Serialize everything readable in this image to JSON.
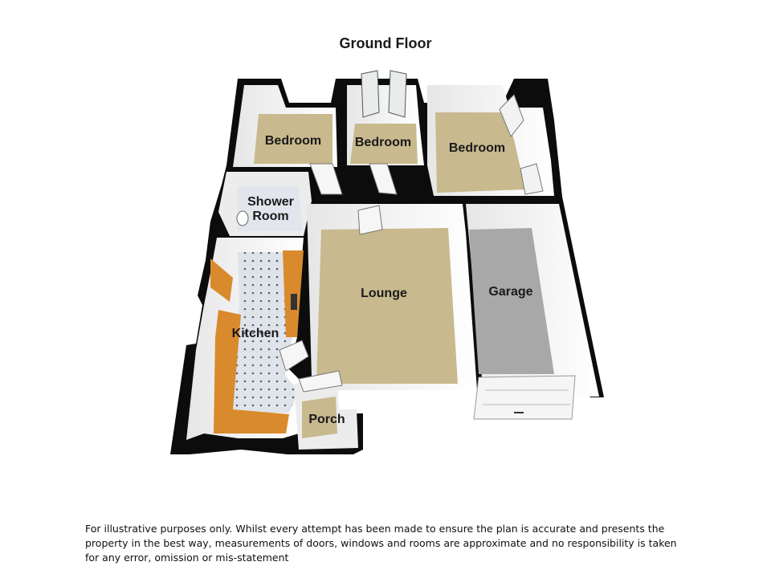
{
  "floor_title": "Ground Floor",
  "rooms": {
    "bedroom_left": "Bedroom",
    "bedroom_middle": "Bedroom",
    "bedroom_right": "Bedroom",
    "shower_room_line1": "Shower",
    "shower_room_line2": "Room",
    "kitchen": "Kitchen",
    "lounge": "Lounge",
    "garage": "Garage",
    "porch": "Porch"
  },
  "colors": {
    "wall": "#0a0a0a",
    "wall_face": "#f4f4f4",
    "carpet": "#c8b98e",
    "garage_floor": "#a8a8a8",
    "kitchen_tile": "#d9dde4",
    "worktop": "#d98a2c"
  },
  "disclaimer": "For illustrative purposes only. Whilst every attempt has been made to ensure the plan is accurate and presents the property in the best way, measurements of doors, windows and rooms are approximate and no responsibility is taken for any error, omission or mis-statement"
}
